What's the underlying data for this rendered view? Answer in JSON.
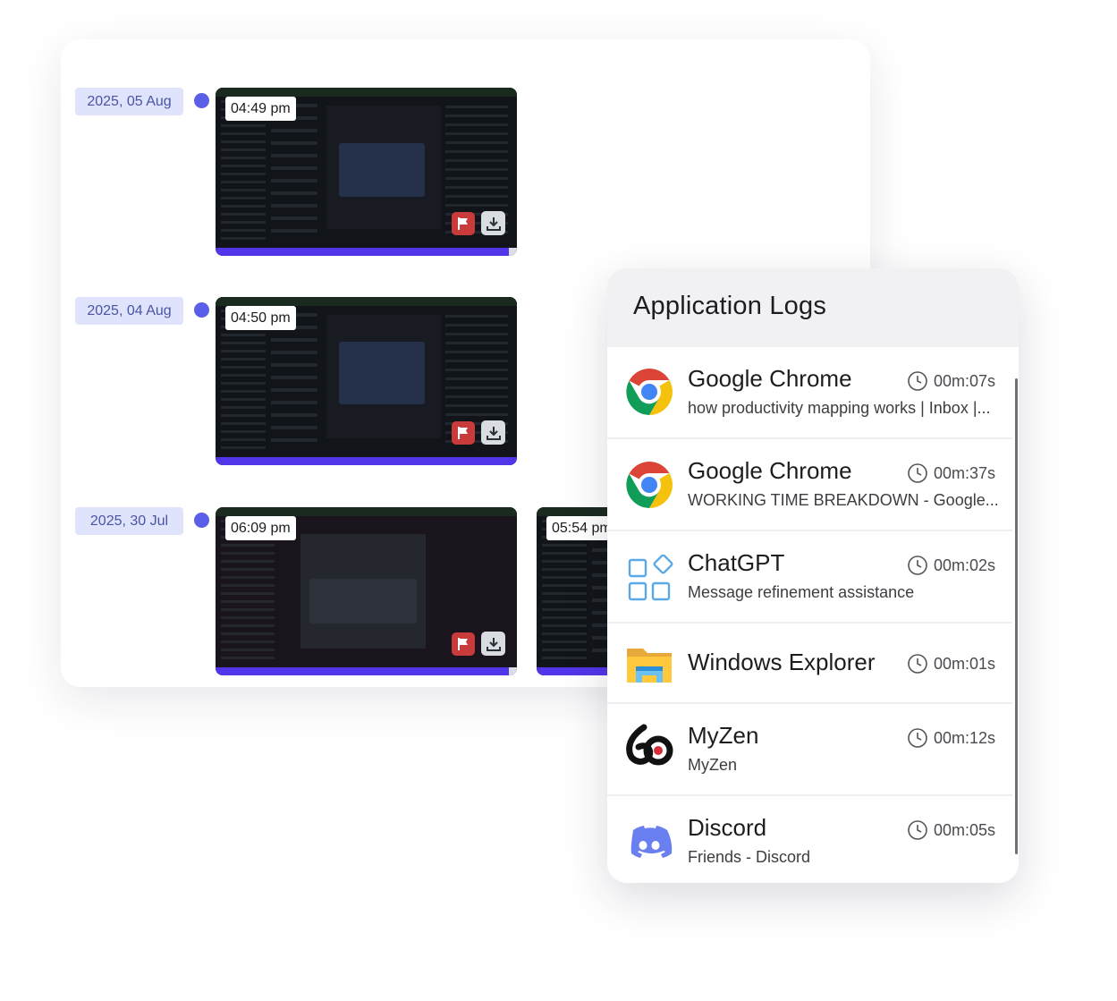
{
  "timeline": {
    "rows": [
      {
        "date": "2025, 05 Aug",
        "shots": [
          {
            "time": "04:49 pm"
          }
        ]
      },
      {
        "date": "2025, 04 Aug",
        "shots": [
          {
            "time": "04:50 pm"
          }
        ]
      },
      {
        "date": "2025, 30 Jul",
        "shots": [
          {
            "time": "06:09 pm"
          },
          {
            "time": "05:54 pm"
          }
        ]
      }
    ]
  },
  "logs": {
    "title": "Application Logs",
    "items": [
      {
        "app": "Google Chrome",
        "subtitle": "how productivity mapping works | Inbox |...",
        "duration": "00m:07s",
        "icon": "chrome-icon"
      },
      {
        "app": "Google Chrome",
        "subtitle": "WORKING TIME BREAKDOWN - Google...",
        "duration": "00m:37s",
        "icon": "chrome-icon"
      },
      {
        "app": "ChatGPT",
        "subtitle": "Message refinement assistance",
        "duration": "00m:02s",
        "icon": "app-grid-icon"
      },
      {
        "app": "Windows Explorer",
        "subtitle": "",
        "duration": "00m:01s",
        "icon": "folder-icon"
      },
      {
        "app": "MyZen",
        "subtitle": "MyZen",
        "duration": "00m:12s",
        "icon": "myzen-logo-icon"
      },
      {
        "app": "Discord",
        "subtitle": "Friends - Discord",
        "duration": "00m:05s",
        "icon": "discord-icon"
      }
    ]
  },
  "colors": {
    "accent": "#5b5fe8",
    "progress_bar": "#5135e8",
    "flag": "#c93a3a",
    "date_pill_bg": "#dfe3fb"
  }
}
